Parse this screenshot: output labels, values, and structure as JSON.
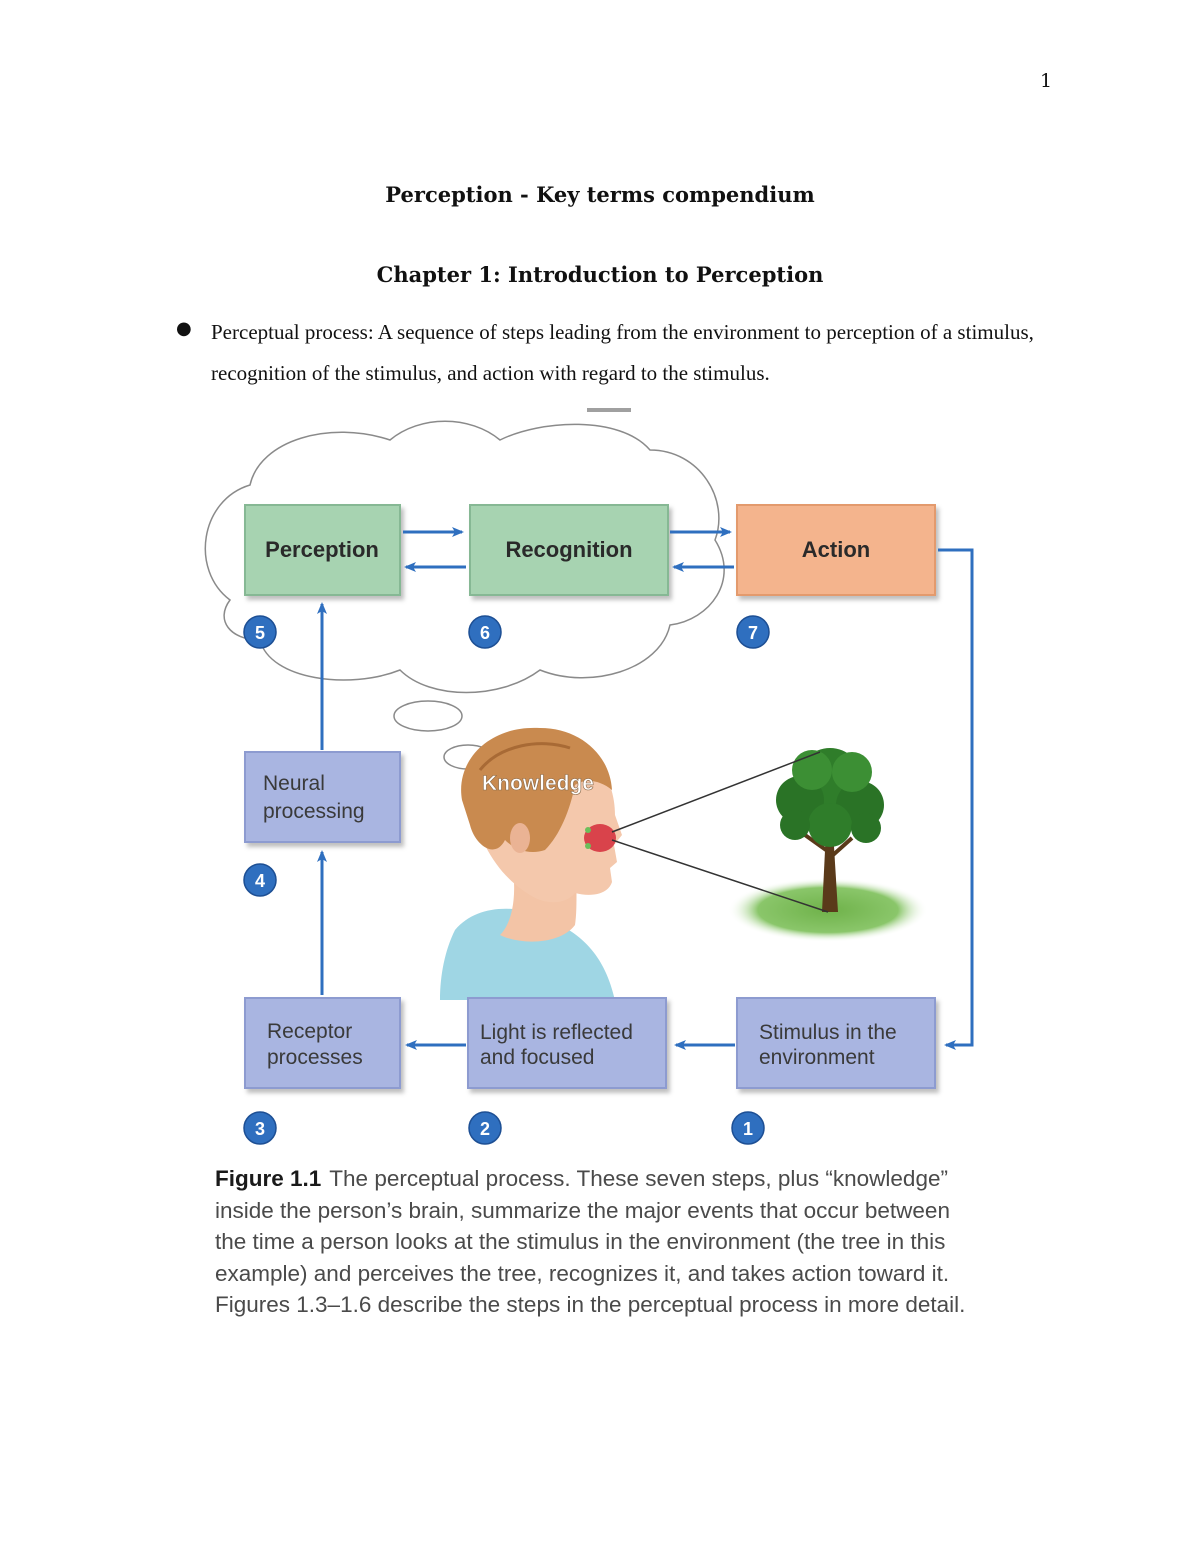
{
  "page": {
    "number": "1"
  },
  "document": {
    "title": "Perception - Key terms compendium",
    "chapter_heading": "Chapter 1: Introduction to Perception"
  },
  "definitions": [
    {
      "bullet": "●",
      "text": "Perceptual process: A sequence of steps leading from the environment to perception of a stimulus, recognition of the stimulus, and action with regard to the stimulus."
    }
  ],
  "figure": {
    "boxes": {
      "perception": "Perception",
      "recognition": "Recognition",
      "action": "Action",
      "neural_processing": [
        "Neural",
        "processing"
      ],
      "receptor_processes": [
        "Receptor",
        "processes"
      ],
      "light_reflected": [
        "Light is reflected",
        "and focused"
      ],
      "stimulus": [
        "Stimulus in the",
        "environment"
      ]
    },
    "knowledge_label": "Knowledge",
    "step_numbers": [
      "1",
      "2",
      "3",
      "4",
      "5",
      "6",
      "7"
    ],
    "colors": {
      "upper_box": "#a7d3b1",
      "action_box": "#f4b48d",
      "lower_box": "#a9b5e1",
      "arrow": "#2f6fbf",
      "badge": "#2f6fbf"
    },
    "caption_label": "Figure 1.1",
    "caption_text": "The perceptual process. These seven steps, plus “knowledge” inside the person’s brain, summarize the major events that occur between the time a person looks at the stimulus in the environment (the tree in this example) and perceives the tree, recognizes it, and takes action toward it. Figures 1.3–1.6 describe the steps in the perceptual process in more detail."
  }
}
